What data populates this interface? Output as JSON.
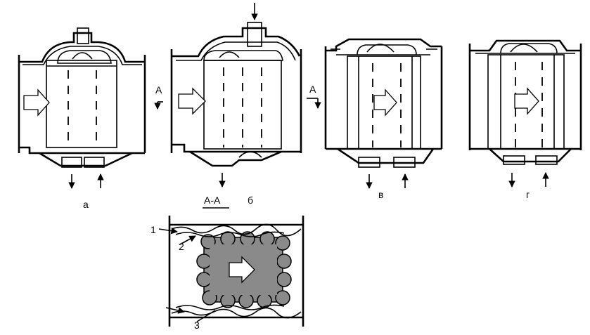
{
  "labels": {
    "fig_a": "а",
    "fig_b": "б",
    "fig_v": "в",
    "fig_g": "г",
    "section_a1": "А",
    "section_a2": "А",
    "section_title": "А-А",
    "callout_1": "1",
    "callout_2": "2",
    "callout_3": "3"
  }
}
